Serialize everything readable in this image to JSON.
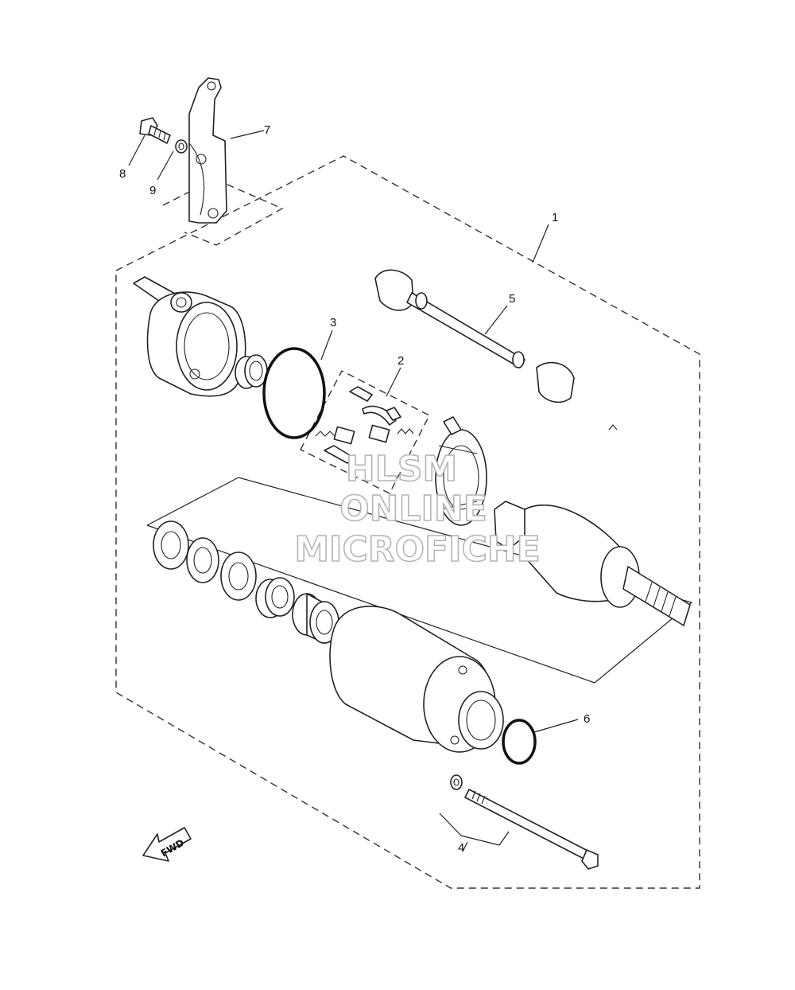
{
  "diagram": {
    "callouts": [
      "1",
      "2",
      "3",
      "4",
      "5",
      "6",
      "7",
      "8",
      "9"
    ],
    "direction_label": "FWD"
  },
  "watermark": {
    "line1": "HLSM",
    "line2": "ONLINE",
    "line3": "MICROFICHE"
  }
}
